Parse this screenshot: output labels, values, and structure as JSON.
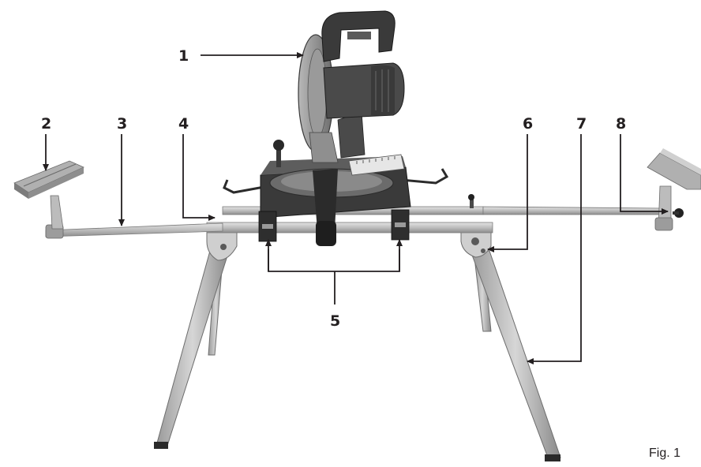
{
  "figure": {
    "caption": "Fig. 1",
    "callouts": [
      {
        "id": "1",
        "label": "1"
      },
      {
        "id": "2",
        "label": "2"
      },
      {
        "id": "3",
        "label": "3"
      },
      {
        "id": "4",
        "label": "4"
      },
      {
        "id": "5",
        "label": "5"
      },
      {
        "id": "6",
        "label": "6"
      },
      {
        "id": "7",
        "label": "7"
      },
      {
        "id": "8",
        "label": "8"
      }
    ]
  },
  "colors": {
    "line": "#231f20",
    "metal": "#c9c9c9",
    "metal_dark": "#8e8e8e",
    "saw_body": "#4a4a4a",
    "saw_dark": "#1e1e1e"
  }
}
